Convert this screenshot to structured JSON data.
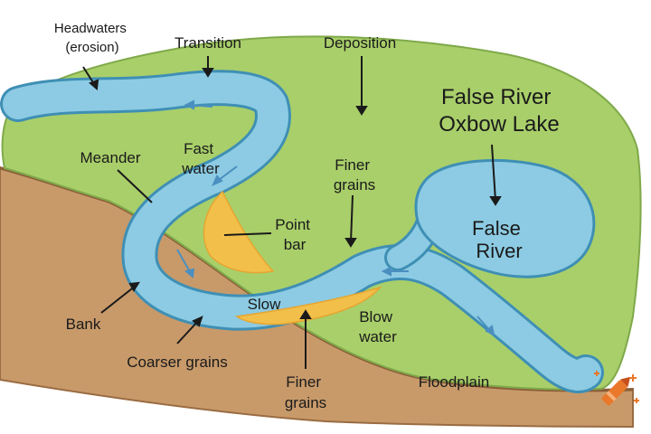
{
  "labels": {
    "headwaters": [
      "Headwaters",
      "(erosion)"
    ],
    "transition": "Transition",
    "deposition": "Deposition",
    "oxbow_title": [
      "False River",
      "Oxbow Lake"
    ],
    "meander": "Meander",
    "fast_water": [
      "Fast",
      "water"
    ],
    "finer_grains_top": [
      "Finer",
      "grains"
    ],
    "point_bar": [
      "Point",
      "bar"
    ],
    "false_river": [
      "False",
      "River"
    ],
    "slow": "Slow",
    "bank": "Bank",
    "blow_water": [
      "Blow",
      "water"
    ],
    "coarser_grains": "Coarser grains",
    "finer_grains_bottom": [
      "Finer",
      "grains"
    ],
    "floodplain": "Floodplain"
  },
  "colors": {
    "grass": "#a9cf6a",
    "grass_edge": "#7fa94a",
    "soil": "#c89a6a",
    "soil_edge": "#9a6c42",
    "water": "#8ccbe3",
    "water_edge": "#3f8fb5",
    "water_flow": "#4b8fc0",
    "sand": "#f2c04a",
    "sand_dark": "#e6a532",
    "text": "#1a1a1a",
    "logo_body": "#e9782a",
    "logo_tip": "#c8501c"
  },
  "logo": {
    "icon": "crayon-icon"
  }
}
